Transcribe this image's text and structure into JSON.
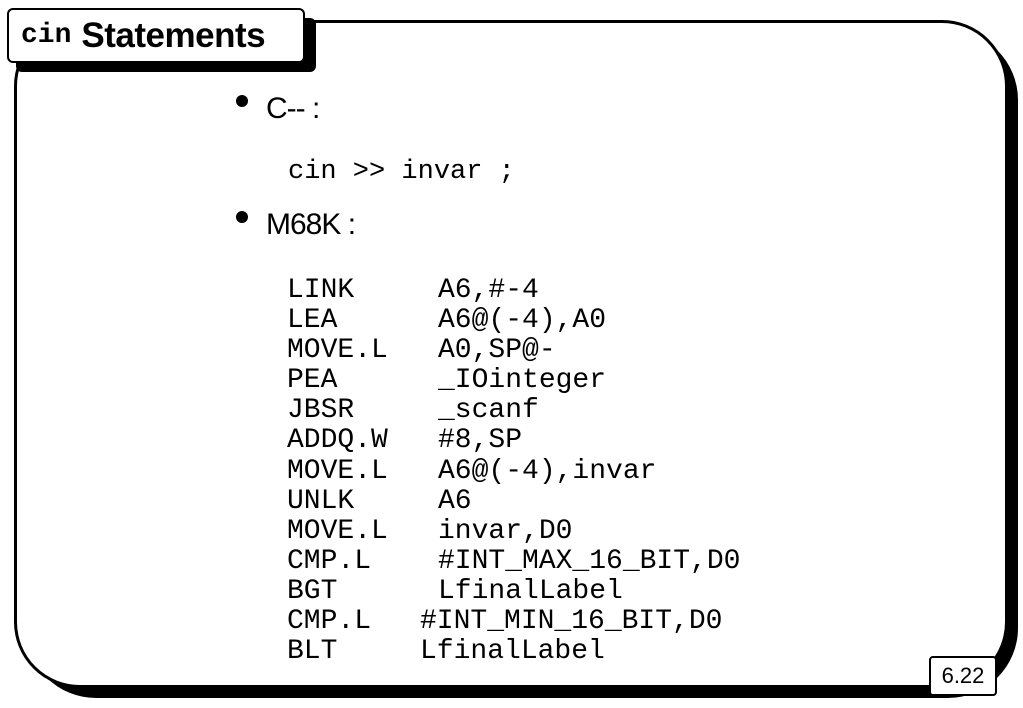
{
  "title": {
    "mono": "cin",
    "text": "Statements"
  },
  "bullets": [
    {
      "label": "C-- :"
    },
    {
      "label": "M68K :"
    }
  ],
  "cin_code": "cin >> invar ;",
  "asm": [
    {
      "op": "LINK",
      "arg": "A6,#-4",
      "col": "a"
    },
    {
      "op": "LEA",
      "arg": "A6@(-4),A0",
      "col": "a"
    },
    {
      "op": "MOVE.L",
      "arg": "A0,SP@-",
      "col": "a"
    },
    {
      "op": "PEA",
      "arg": "_IOinteger",
      "col": "a"
    },
    {
      "op": "JBSR",
      "arg": "_scanf",
      "col": "a"
    },
    {
      "op": "ADDQ.W",
      "arg": "#8,SP",
      "col": "a"
    },
    {
      "op": "MOVE.L",
      "arg": "A6@(-4),invar",
      "col": "a"
    },
    {
      "op": "UNLK",
      "arg": "A6",
      "col": "a"
    },
    {
      "op": "MOVE.L",
      "arg": "invar,D0",
      "col": "a"
    },
    {
      "op": "CMP.L",
      "arg": "#INT_MAX_16_BIT,D0",
      "col": "a"
    },
    {
      "op": "BGT",
      "arg": "LfinalLabel",
      "col": "a"
    },
    {
      "op": "CMP.L",
      "arg": "#INT_MIN_16_BIT,D0",
      "col": "b"
    },
    {
      "op": "BLT",
      "arg": "LfinalLabel",
      "col": "b"
    }
  ],
  "slide_number": "6.22"
}
